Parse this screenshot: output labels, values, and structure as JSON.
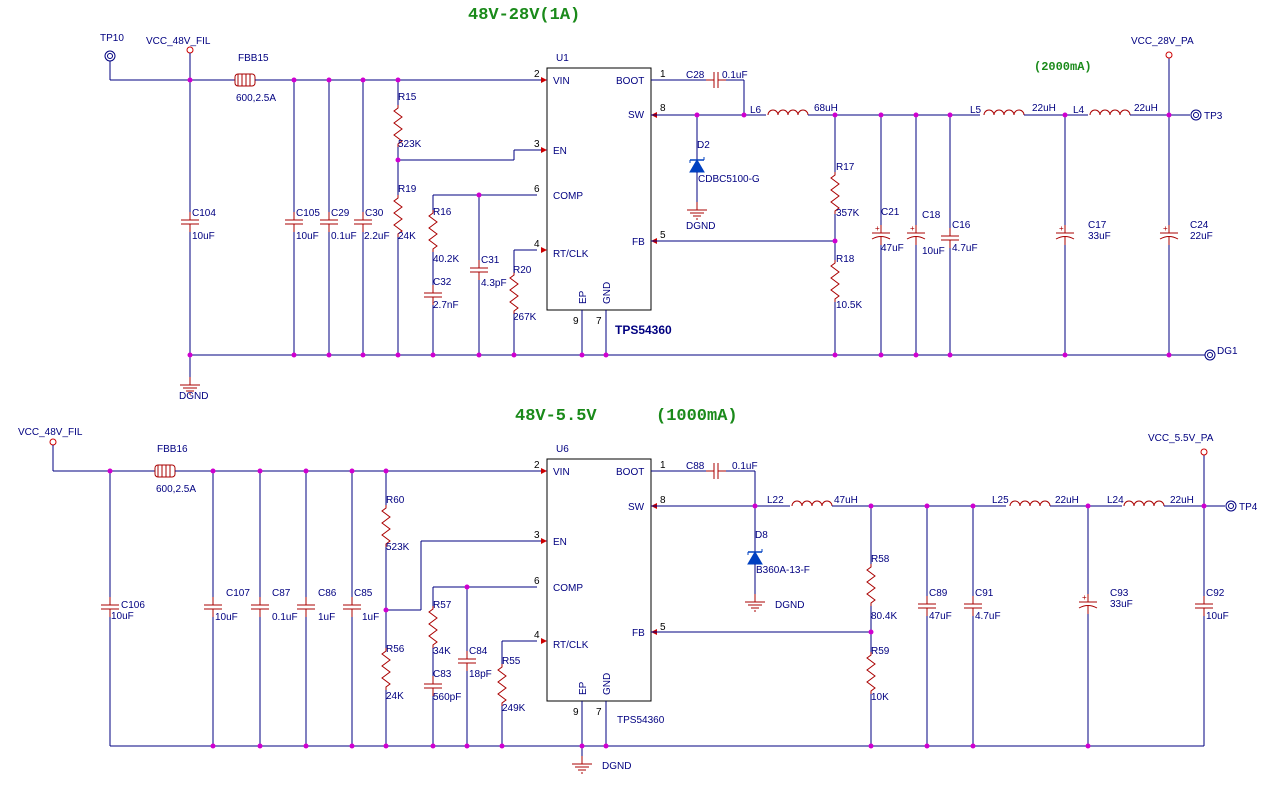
{
  "top": {
    "title": "48V-28V(1A)",
    "note": "(2000mA)",
    "tp_in": "TP10",
    "net_in": "VCC_48V_FIL",
    "net_out": "VCC_28V_PA",
    "tp_out": "TP3",
    "tp_gnd": "DG1",
    "fbb": {
      "ref": "FBB15",
      "val": "600,2.5A"
    },
    "ic": {
      "ref": "U1",
      "part": "TPS54360"
    },
    "pins": {
      "vin": "VIN",
      "en": "EN",
      "comp": "COMP",
      "rtclk": "RT/CLK",
      "boot": "BOOT",
      "sw": "SW",
      "fb": "FB",
      "ep": "EP",
      "gnd": "GND"
    },
    "pinnums": {
      "vin": "2",
      "en": "3",
      "comp": "6",
      "rtclk": "4",
      "boot": "1",
      "sw": "8",
      "fb": "5",
      "ep": "9",
      "gnd": "7"
    },
    "c104": {
      "ref": "C104",
      "val": "10uF"
    },
    "c105": {
      "ref": "C105",
      "val": "10uF"
    },
    "c29": {
      "ref": "C29",
      "val": "0.1uF"
    },
    "c30": {
      "ref": "C30",
      "val": "2.2uF"
    },
    "r15": {
      "ref": "R15",
      "val": "523K"
    },
    "r19": {
      "ref": "R19",
      "val": "24K"
    },
    "r16": {
      "ref": "R16",
      "val": "40.2K"
    },
    "c32": {
      "ref": "C32",
      "val": "2.7nF"
    },
    "c31": {
      "ref": "C31",
      "val": "4.3pF"
    },
    "r20": {
      "ref": "R20",
      "val": "267K"
    },
    "c28": {
      "ref": "C28",
      "val": "0.1uF"
    },
    "l6": {
      "ref": "L6",
      "val": "68uH"
    },
    "d2": {
      "ref": "D2",
      "val": "CDBC5100-G"
    },
    "gnd_label": "DGND",
    "r17": {
      "ref": "R17",
      "val": "357K"
    },
    "r18": {
      "ref": "R18",
      "val": "10.5K"
    },
    "c21": {
      "ref": "C21",
      "val": "47uF"
    },
    "c18": {
      "ref": "C18",
      "val": "10uF"
    },
    "c16": {
      "ref": "C16",
      "val": "4.7uF"
    },
    "l5": {
      "ref": "L5",
      "val": "22uH"
    },
    "l4": {
      "ref": "L4",
      "val": "22uH"
    },
    "c17": {
      "ref": "C17",
      "val": "33uF"
    },
    "c24": {
      "ref": "C24",
      "val": "22uF"
    }
  },
  "bottom": {
    "title": "48V-5.5V",
    "title2": "(1000mA)",
    "net_in": "VCC_48V_FIL",
    "net_out": "VCC_5.5V_PA",
    "tp_out": "TP4",
    "fbb": {
      "ref": "FBB16",
      "val": "600,2.5A"
    },
    "ic": {
      "ref": "U6",
      "part": "TPS54360"
    },
    "pins": {
      "vin": "VIN",
      "en": "EN",
      "comp": "COMP",
      "rtclk": "RT/CLK",
      "boot": "BOOT",
      "sw": "SW",
      "fb": "FB",
      "ep": "EP",
      "gnd": "GND"
    },
    "pinnums": {
      "vin": "2",
      "en": "3",
      "comp": "6",
      "rtclk": "4",
      "boot": "1",
      "sw": "8",
      "fb": "5",
      "ep": "9",
      "gnd": "7"
    },
    "c106": {
      "ref": "C106",
      "val": "10uF"
    },
    "c107": {
      "ref": "C107",
      "val": "10uF"
    },
    "c87": {
      "ref": "C87",
      "val": "0.1uF"
    },
    "c86": {
      "ref": "C86",
      "val": "1uF"
    },
    "c85": {
      "ref": "C85",
      "val": "1uF"
    },
    "r60": {
      "ref": "R60",
      "val": "523K"
    },
    "r56": {
      "ref": "R56",
      "val": "24K"
    },
    "r57": {
      "ref": "R57",
      "val": "34K"
    },
    "c83": {
      "ref": "C83",
      "val": "560pF"
    },
    "c84": {
      "ref": "C84",
      "val": "18pF"
    },
    "r55": {
      "ref": "R55",
      "val": "249K"
    },
    "c88": {
      "ref": "C88",
      "val": "0.1uF"
    },
    "l22": {
      "ref": "L22",
      "val": "47uH"
    },
    "d8": {
      "ref": "D8",
      "val": "B360A-13-F"
    },
    "gnd_label": "DGND",
    "r58": {
      "ref": "R58",
      "val": "80.4K"
    },
    "r59": {
      "ref": "R59",
      "val": "10K"
    },
    "c89": {
      "ref": "C89",
      "val": "47uF"
    },
    "c91": {
      "ref": "C91",
      "val": "4.7uF"
    },
    "l25": {
      "ref": "L25",
      "val": "22uH"
    },
    "l24": {
      "ref": "L24",
      "val": "22uH"
    },
    "c93": {
      "ref": "C93",
      "val": "33uF"
    },
    "c92": {
      "ref": "C92",
      "val": "10uF"
    }
  }
}
